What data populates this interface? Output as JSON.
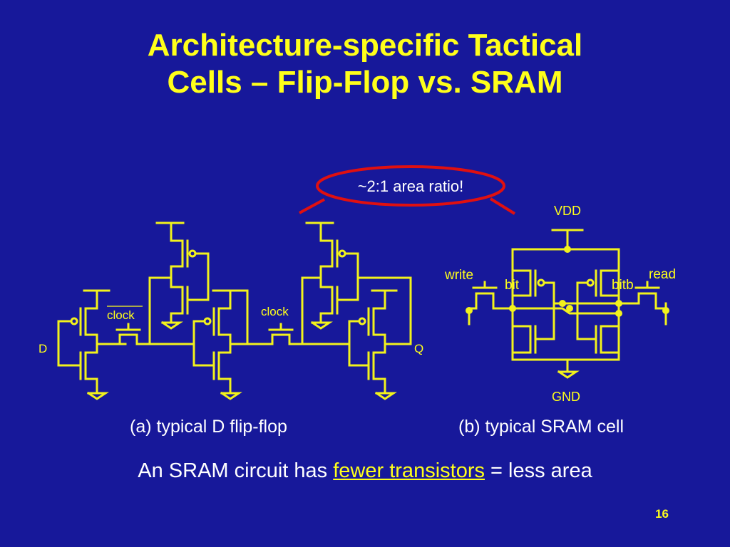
{
  "title": {
    "line1": "Architecture-specific Tactical",
    "line2": "Cells – Flip-Flop vs. SRAM"
  },
  "callout": {
    "text": "~2:1 area ratio!"
  },
  "flipflop": {
    "label_d": "D",
    "label_q": "Q",
    "label_clock_bar": "clock",
    "label_clock": "clock",
    "caption": "(a) typical D flip-flop"
  },
  "sram": {
    "label_vdd": "VDD",
    "label_gnd": "GND",
    "label_write": "write",
    "label_read": "read",
    "label_bit": "bit",
    "label_bitb": "bitb",
    "caption": "(b) typical SRAM cell"
  },
  "summary": {
    "before": "An SRAM circuit has ",
    "emphasis": "fewer transistors",
    "after": " = less area"
  },
  "page_number": "16",
  "colors": {
    "background": "#17189a",
    "title": "#ffff1a",
    "wire": "#f2f21c",
    "callout_ellipse": "#e01010",
    "text": "#ffffff"
  }
}
